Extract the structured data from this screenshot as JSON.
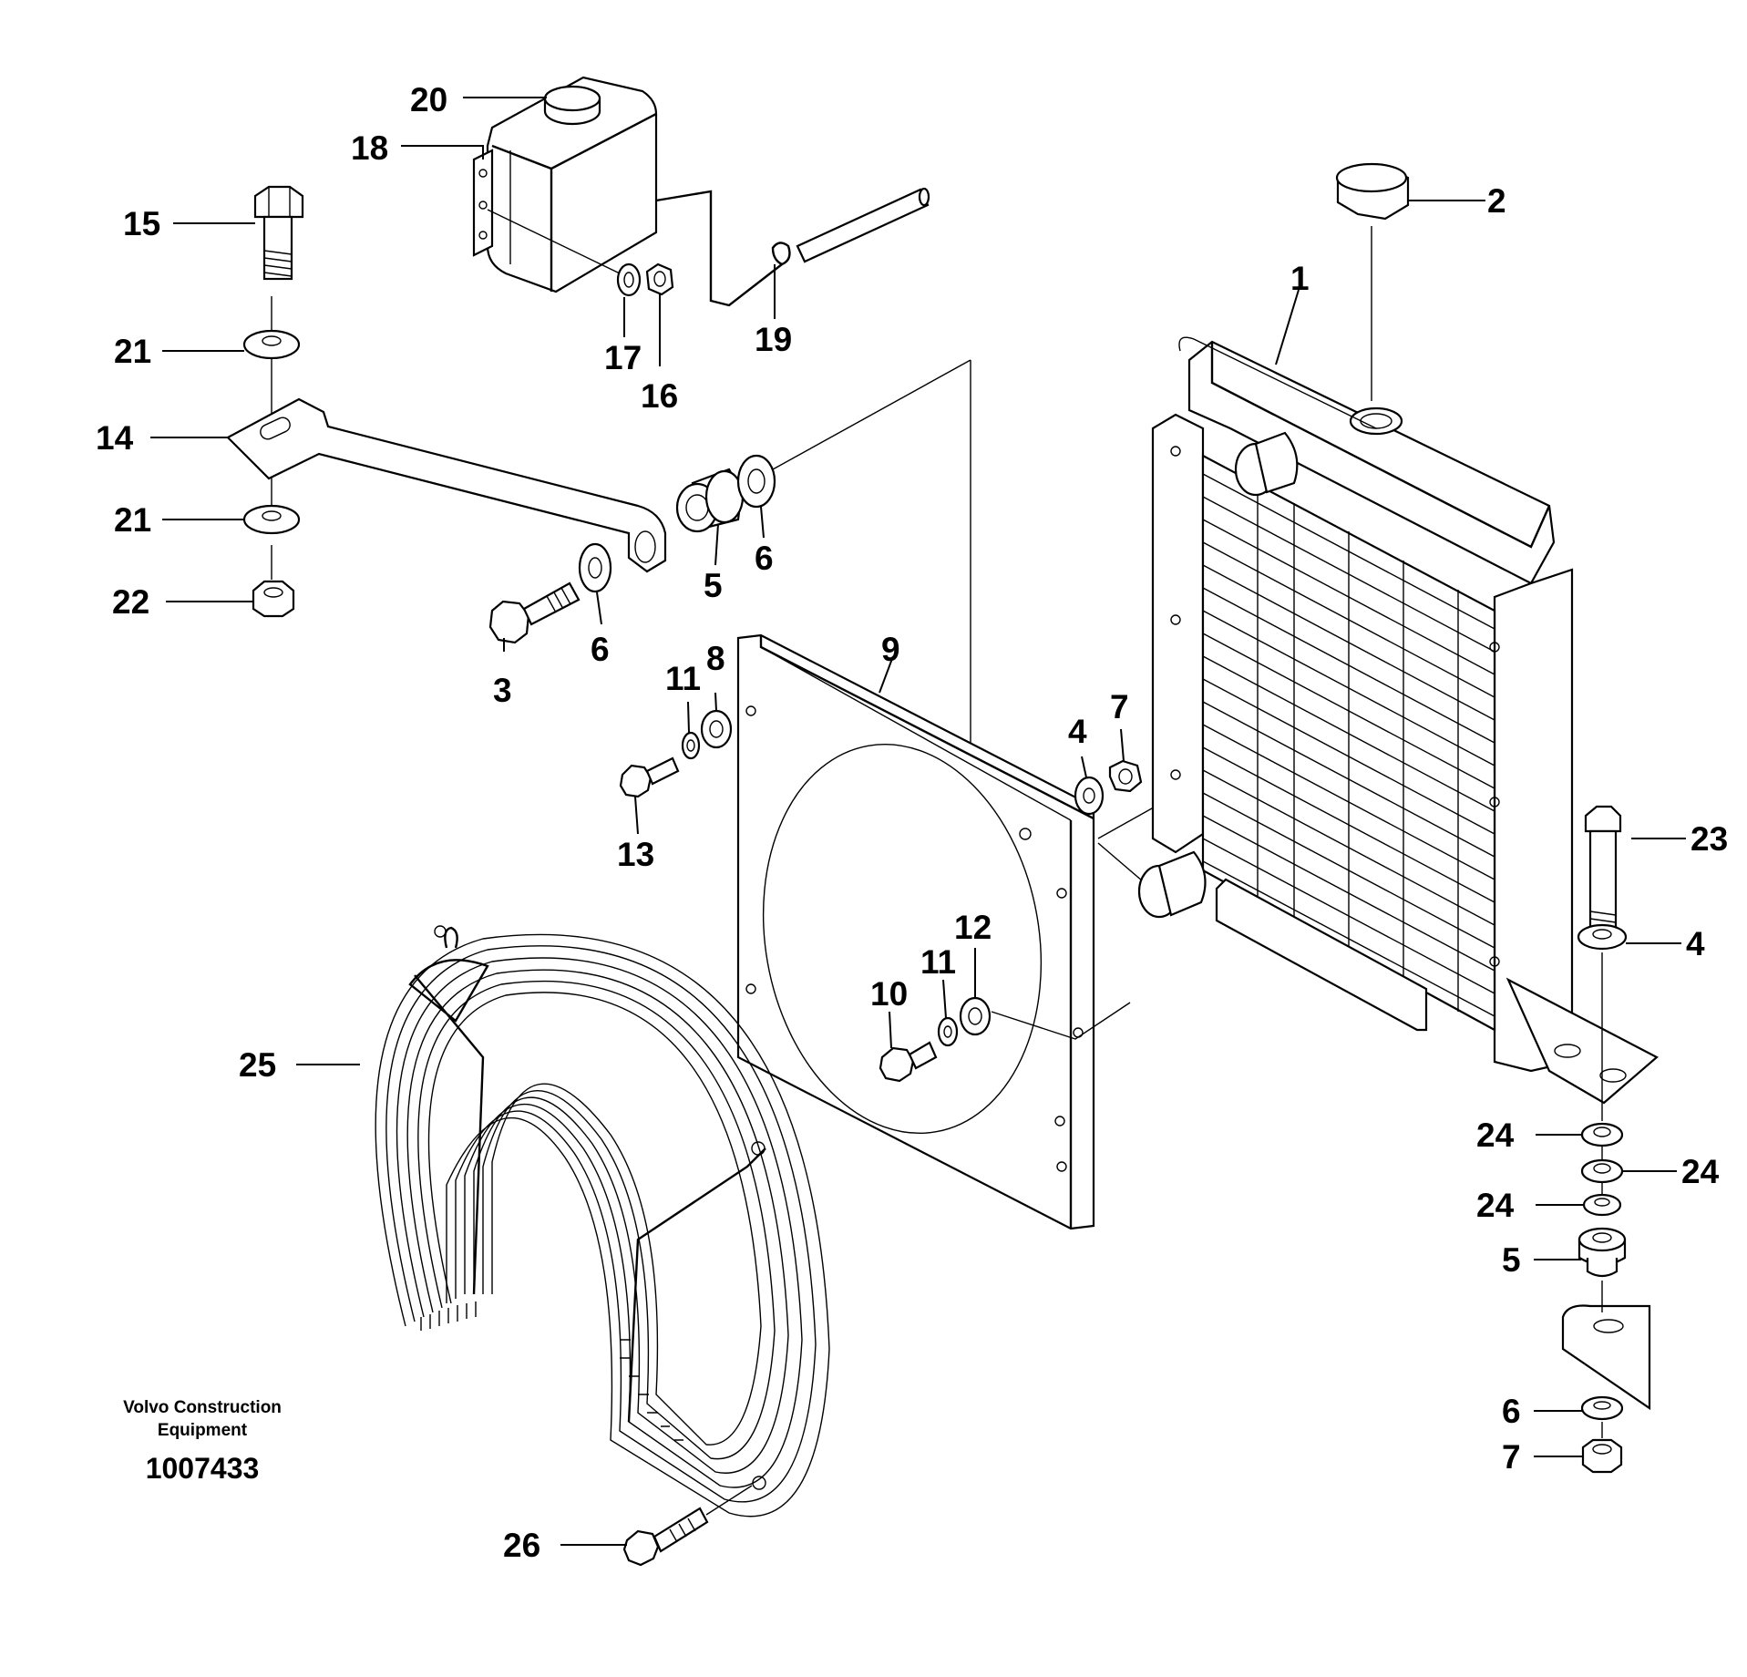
{
  "publisher": {
    "line1": "Volvo Construction",
    "line2": "Equipment"
  },
  "document_number": "1007433",
  "callouts": [
    "1",
    "2",
    "3",
    "4",
    "4",
    "5",
    "5",
    "6",
    "6",
    "6",
    "7",
    "7",
    "8",
    "9",
    "10",
    "11",
    "11",
    "12",
    "13",
    "14",
    "15",
    "16",
    "17",
    "18",
    "19",
    "20",
    "21",
    "21",
    "22",
    "23",
    "24",
    "24",
    "24",
    "25",
    "26"
  ]
}
